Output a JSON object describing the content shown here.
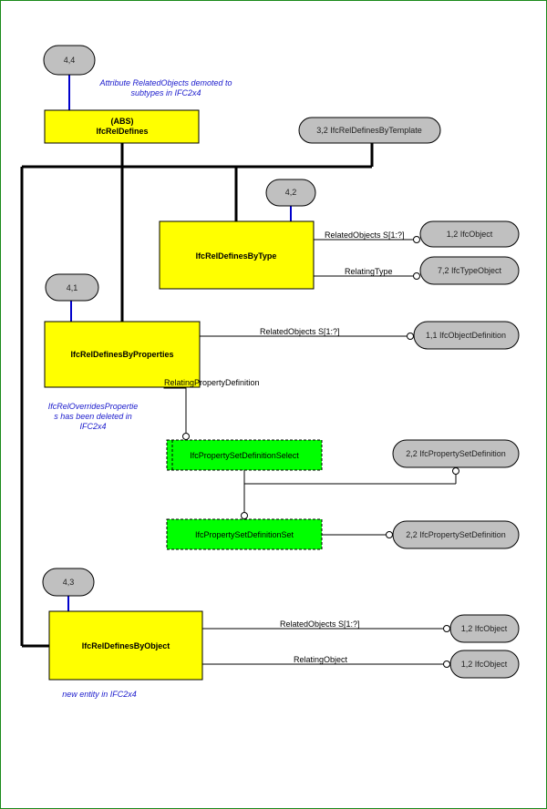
{
  "diagram": {
    "page_refs": {
      "top": "4,4",
      "by_type": "4,2",
      "by_properties": "4,1",
      "by_object": "4,3"
    },
    "entities": {
      "rel_defines_abs": "(ABS)",
      "rel_defines": "IfcRelDefines",
      "by_type": "IfcRelDefinesByType",
      "by_properties": "IfcRelDefinesByProperties",
      "by_object": "IfcRelDefinesByObject",
      "select": "IfcPropertySetDefinitionSelect",
      "set": "IfcPropertySetDefinitionSet"
    },
    "refs": {
      "by_template": "3,2 IfcRelDefinesByTemplate",
      "type_related": "1,2 IfcObject",
      "type_relating": "7,2 IfcTypeObject",
      "props_related": "1,1 IfcObjectDefinition",
      "select_target": "2,2 IfcPropertySetDefinition",
      "set_target": "2,2 IfcPropertySetDefinition",
      "obj_related": "1,2 IfcObject",
      "obj_relating": "1,2 IfcObject"
    },
    "attributes": {
      "type_related": "RelatedObjects S[1:?]",
      "type_relating": "RelatingType",
      "props_related": "RelatedObjects S[1:?]",
      "props_relating": "RelatingPropertyDefinition",
      "obj_related": "RelatedObjects S[1:?]",
      "obj_relating": "RelatingObject"
    },
    "notes": {
      "top_line1": "Attribute RelatedObjects demoted to",
      "top_line2": "subtypes in IFC2x4",
      "overrides_line1": "IfcRelOverridesPropertie",
      "overrides_line2": "s has been deleted in",
      "overrides_line3": "IFC2x4",
      "new_entity": "new entity in IFC2x4"
    },
    "colors": {
      "entity_fill": "#ffff00",
      "select_fill": "#00ff00",
      "pill_fill": "#c0c0c0",
      "note_color": "#1a1acc",
      "page_ref_line": "#0000cc",
      "border": "#1a8a1a"
    }
  }
}
